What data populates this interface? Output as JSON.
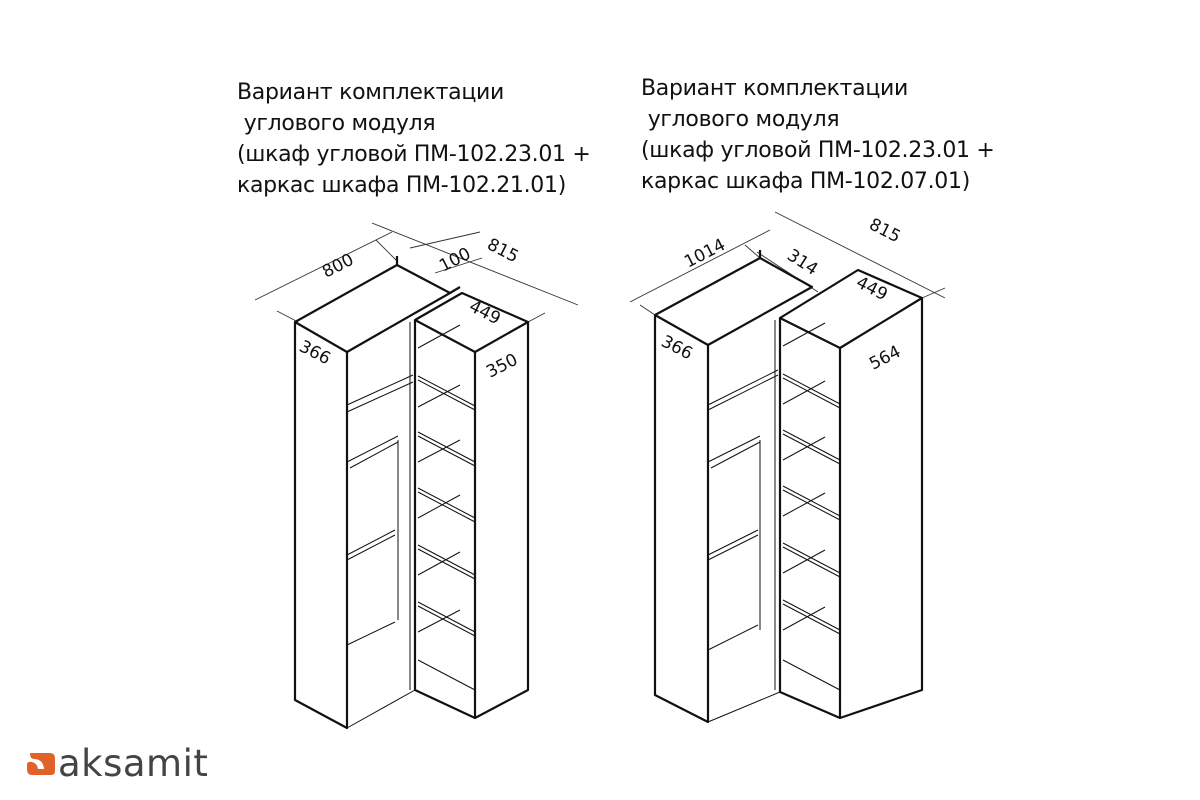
{
  "diagrams": [
    {
      "caption": [
        "Вариант комплектации",
        " углового модуля",
        "(шкаф угловой ПМ-102.23.01 +",
        "каркас шкафа ПМ-102.21.01)"
      ],
      "dimensions": {
        "width_left": "800",
        "gap": "100",
        "width_right": "815",
        "depth_right": "449",
        "depth_left": "366",
        "side_right": "350"
      }
    },
    {
      "caption": [
        "Вариант комплектации",
        " углового модуля",
        "(шкаф угловой ПМ-102.23.01 +",
        "каркас шкафа ПМ-102.07.01)"
      ],
      "dimensions": {
        "width_left": "1014",
        "gap": "314",
        "width_right": "815",
        "depth_right": "449",
        "depth_left": "366",
        "side_right": "564"
      }
    }
  ],
  "logo": {
    "text": "aksamit",
    "color": "#e0622a"
  }
}
